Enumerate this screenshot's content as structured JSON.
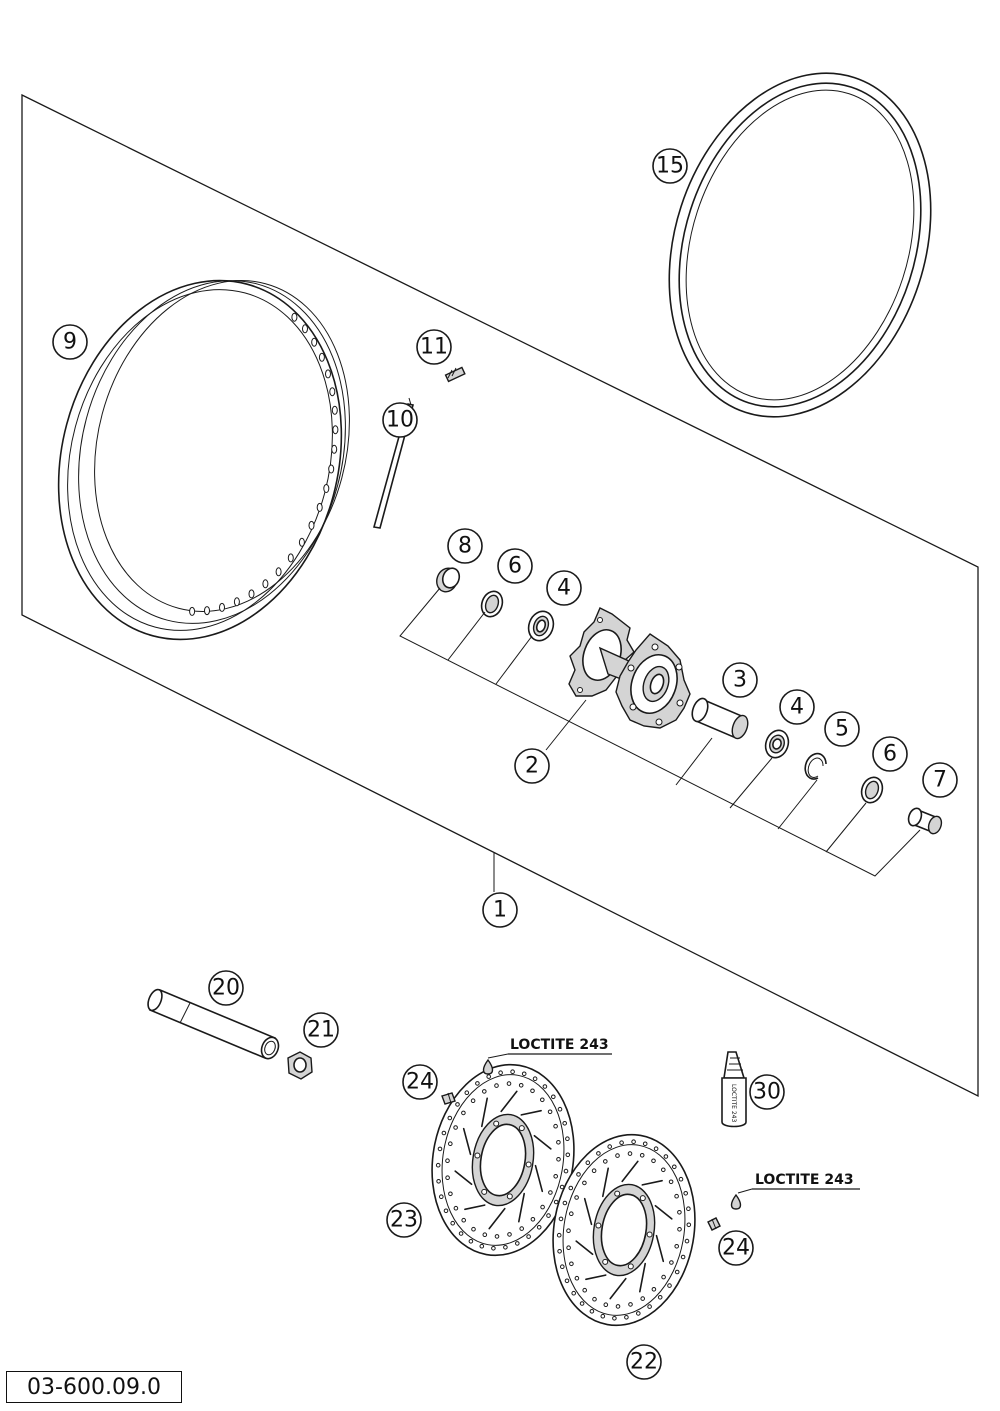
{
  "diagram": {
    "code": "03-600.09.0",
    "notes": {
      "loctite_top": "LOCTITE 243",
      "loctite_right": "LOCTITE 243"
    },
    "tube_label": "LOCTITE 243",
    "callouts": {
      "c1": "1",
      "c2": "2",
      "c3": "3",
      "c4a": "4",
      "c4b": "4",
      "c5": "5",
      "c6a": "6",
      "c6b": "6",
      "c7": "7",
      "c8": "8",
      "c9": "9",
      "c10": "10",
      "c11": "11",
      "c15": "15",
      "c20": "20",
      "c21": "21",
      "c22": "22",
      "c23": "23",
      "c24a": "24",
      "c24b": "24",
      "c30": "30"
    }
  }
}
